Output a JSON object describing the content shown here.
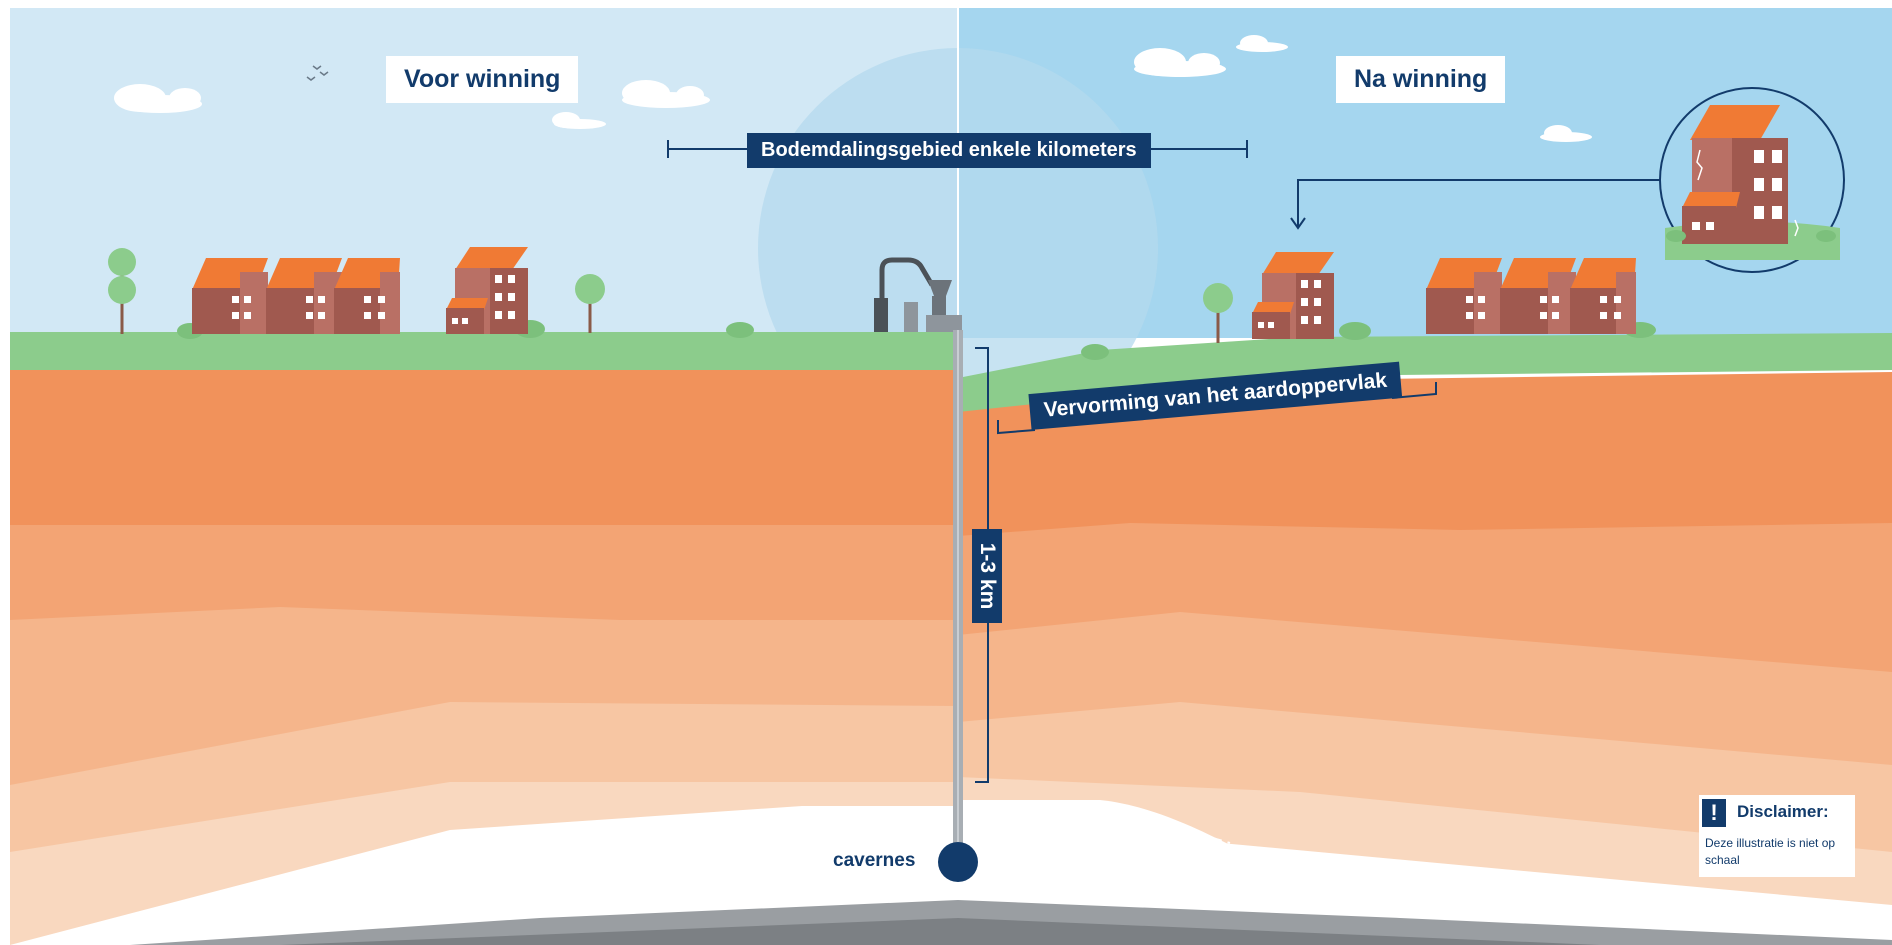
{
  "labels": {
    "before": "Voor winning",
    "after": "Na winning",
    "subsidence_area": "Bodemdalingsgebied enkele kilometers",
    "deformation": "Vervorming van het aardoppervlak",
    "depth": "1-3 km",
    "caverns": "cavernes"
  },
  "disclaimer": {
    "badge": "!",
    "title": "Disclaimer:",
    "text": "Deze illustratie is niet op schaal"
  },
  "icons": [
    "birds-icon",
    "drilling-rig-icon",
    "house-row-icon",
    "apartment-building-icon",
    "tree-icon",
    "cloud-icon",
    "zoom-magnifier-circle"
  ],
  "colors": {
    "sky_left": "#d2e8f5",
    "sky_right": "#a5d6ef",
    "grass": "#8ccc8c",
    "layer_1": "#f1925b",
    "layer_2": "#f3a474",
    "layer_3": "#f5b58b",
    "layer_4": "#f7c6a3",
    "layer_5": "#f9d8bf",
    "salt": "#ffffff",
    "bedrock": "#9a9ea2",
    "navy": "#123b6b",
    "roof": "#f07a34",
    "wall": "#a0594f"
  }
}
